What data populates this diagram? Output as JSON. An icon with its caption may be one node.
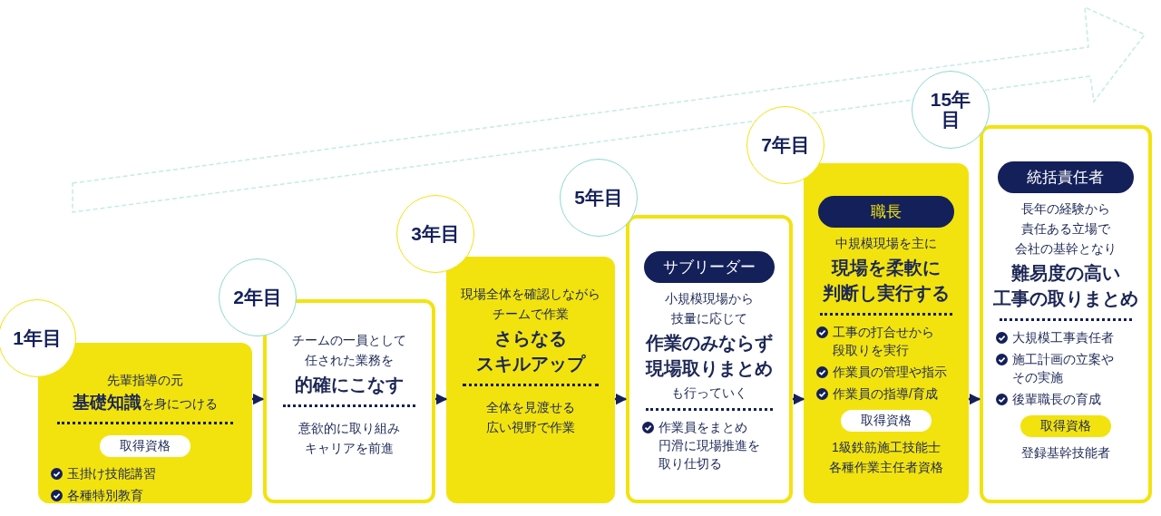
{
  "diagram": {
    "nodes": [
      {
        "text": [
          "1年目"
        ]
      },
      {
        "text": [
          "先輩指導の元",
          "**基礎知識**を身につける",
          "玉掛け技能講習",
          "各種特別教育"
        ]
      },
      {
        "text": [
          "取得資格"
        ],
        "in": 1
      },
      {
        "text": [
          "2年目"
        ]
      },
      {
        "text": [
          "チームの一員として任された業務を",
          "的確にこなす",
          "意欲的に取り組みキャリアを前進"
        ]
      },
      {
        "text": [
          "3年目"
        ]
      },
      {
        "text": [
          "現場全体を確認しながらチームで作業",
          "さらなるスキルアップ",
          "全体を見渡せる広い視野で作業"
        ]
      },
      {
        "text": [
          "5年目"
        ]
      },
      {
        "text": [
          "小規模現場から技量に応じて",
          "作業のみならず現場取りまとめ",
          "も行っていく",
          "作業員をまとめ円滑に現場推進を取り仕切る"
        ]
      },
      {
        "text": [
          "サブリーダー"
        ],
        "in": 8
      },
      {
        "text": [
          "7年目"
        ]
      },
      {
        "text": [
          "中規模現場を主に",
          "現場を柔軟に判断し実行する",
          "工事の打合せから段取りを実行",
          "作業員の管理や指示",
          "作業員の指導/育成",
          "1級鉄筋施工技能士",
          "各種作業主任者資格"
        ]
      },
      {
        "text": [
          "職長"
        ],
        "in": 11
      },
      {
        "text": [
          "取得資格"
        ],
        "in": 11
      },
      {
        "text": [
          "15年目"
        ]
      },
      {
        "text": [
          "長年の経験から責任ある立場で会社の基幹となり",
          "難易度の高い工事の取りまとめ",
          "大規模工事責任者",
          "施工計画の立案やその実施",
          "後輩職長の育成",
          "登録基幹技能者"
        ]
      },
      {
        "text": [
          "統括責任者"
        ],
        "in": 15
      },
      {
        "text": [
          "取得資格"
        ],
        "in": 15
      }
    ],
    "edges": [
      {
        "from": 1,
        "to": 4,
        "arrow": "to"
      },
      {
        "from": 4,
        "to": 6,
        "arrow": "to"
      },
      {
        "from": 6,
        "to": 8,
        "arrow": "to"
      },
      {
        "from": 8,
        "to": 11,
        "arrow": "to"
      },
      {
        "from": 11,
        "to": 15,
        "arrow": "to"
      }
    ]
  }
}
